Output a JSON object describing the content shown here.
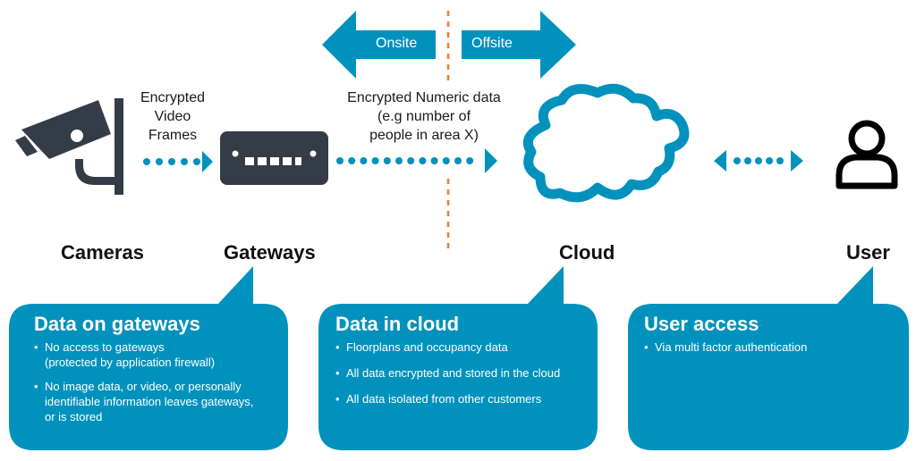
{
  "colors": {
    "accent": "#0092bd",
    "icon_dark": "#343d47",
    "divider": "#f07a2a",
    "text": "#111111"
  },
  "boundary": {
    "onsite_label": "Onsite",
    "offsite_label": "Offsite"
  },
  "flows": {
    "camera_to_gateway": [
      "Encrypted",
      "Video",
      "Frames"
    ],
    "gateway_to_cloud": [
      "Encrypted Numeric data",
      "(e.g number of",
      "people in area X)"
    ]
  },
  "nodes": {
    "cameras": "Cameras",
    "gateways": "Gateways",
    "cloud": "Cloud",
    "user": "User"
  },
  "bubbles": {
    "gateways": {
      "title": "Data on gateways",
      "items": [
        "No access to gateways",
        "(protected by application firewall)",
        "No image data, or video, or personally",
        "identifiable information leaves gateways,",
        "or is stored"
      ]
    },
    "cloud": {
      "title": "Data in cloud",
      "items": [
        "Floorplans and occupancy data",
        "All data encrypted and stored in the cloud",
        "All data isolated from other customers"
      ]
    },
    "user": {
      "title": "User access",
      "items": [
        "Via multi factor authentication"
      ]
    }
  }
}
